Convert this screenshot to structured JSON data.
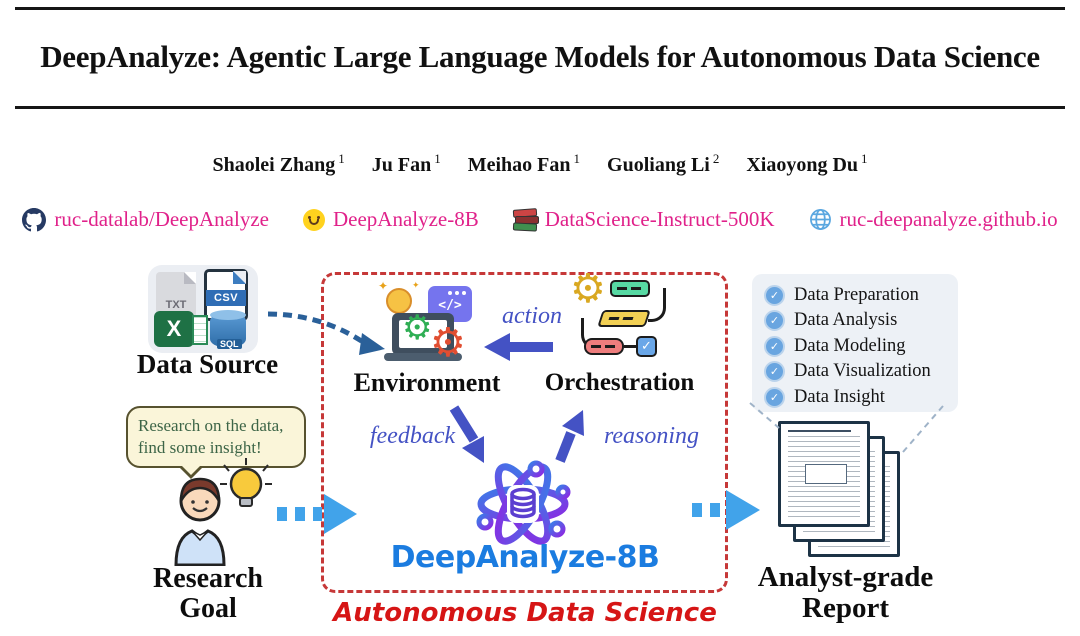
{
  "header": {
    "title": "DeepAnalyze: Agentic Large Language Models for Autonomous Data Science"
  },
  "authors": [
    {
      "name": "Shaolei Zhang",
      "affiliation": "1"
    },
    {
      "name": "Ju Fan",
      "affiliation": "1"
    },
    {
      "name": "Meihao Fan",
      "affiliation": "1"
    },
    {
      "name": "Guoliang Li",
      "affiliation": "2"
    },
    {
      "name": "Xiaoyong Du",
      "affiliation": "1"
    }
  ],
  "links": [
    {
      "icon": "github-icon",
      "label": "ruc-datalab/DeepAnalyze"
    },
    {
      "icon": "huggingface-icon",
      "label": "DeepAnalyze-8B"
    },
    {
      "icon": "books-icon",
      "label": "DataScience-Instruct-500K"
    },
    {
      "icon": "globe-icon",
      "label": "ruc-deepanalyze.github.io"
    }
  ],
  "diagram": {
    "data_source": {
      "label": "Data Source",
      "file_types": [
        "TXT",
        "CSV",
        "X",
        "SQL"
      ]
    },
    "research_goal": {
      "speech_line1": "Research on the data,",
      "speech_line2": "find some insight!",
      "label_line1": "Research",
      "label_line2": "Goal"
    },
    "box": {
      "environment_label": "Environment",
      "orchestration_label": "Orchestration",
      "action_label": "action",
      "feedback_label": "feedback",
      "reasoning_label": "reasoning",
      "model_label": "DeepAnalyze-8B",
      "caption": "Autonomous Data Science",
      "code_glyph": "</>"
    },
    "capabilities": {
      "items": [
        "Data Preparation",
        "Data Analysis",
        "Data Modeling",
        "Data Visualization",
        "Data Insight"
      ]
    },
    "report": {
      "label_line1": "Analyst-grade",
      "label_line2": "Report"
    }
  },
  "icons": {
    "gear": "⚙",
    "check": "✓",
    "sparkle": "✦"
  },
  "colors": {
    "link_pink": "#e0218a",
    "box_red": "#c63838",
    "caption_red": "#d61515",
    "flow_blue": "#4452c4",
    "io_arrow_blue": "#41a3ea",
    "model_blue": "#1b7ce0",
    "dashed_arrow_navy": "#2a6099"
  }
}
